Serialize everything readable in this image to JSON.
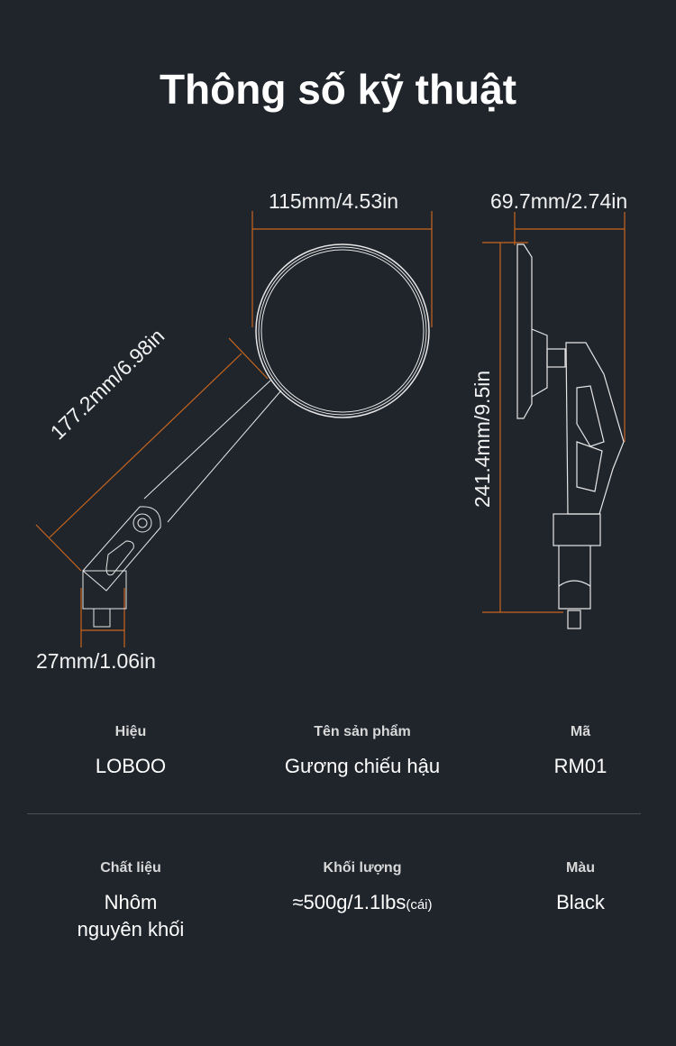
{
  "title": "Thông số kỹ thuật",
  "dimensions": {
    "mirror_diameter": "115mm/4.53in",
    "arm_length": "177.2mm/6.98in",
    "base_width": "27mm/1.06in",
    "depth": "69.7mm/2.74in",
    "height": "241.4mm/9.5in"
  },
  "colors": {
    "background": "#20252c",
    "dimension_line": "#c8651e",
    "outline": "#e6e6e6"
  },
  "specs": [
    {
      "label": "Hiệu",
      "value": "LOBOO"
    },
    {
      "label": "Tên sản phẩm",
      "value": "Gương chiếu hậu"
    },
    {
      "label": "Mã",
      "value": "RM01"
    },
    {
      "label": "Chất liệu",
      "value": "Nhôm",
      "value2": "nguyên khối"
    },
    {
      "label": "Khối lượng",
      "value": "≈500g/1.1lbs",
      "suffix": "(cái)"
    },
    {
      "label": "Màu",
      "value": "Black"
    }
  ]
}
